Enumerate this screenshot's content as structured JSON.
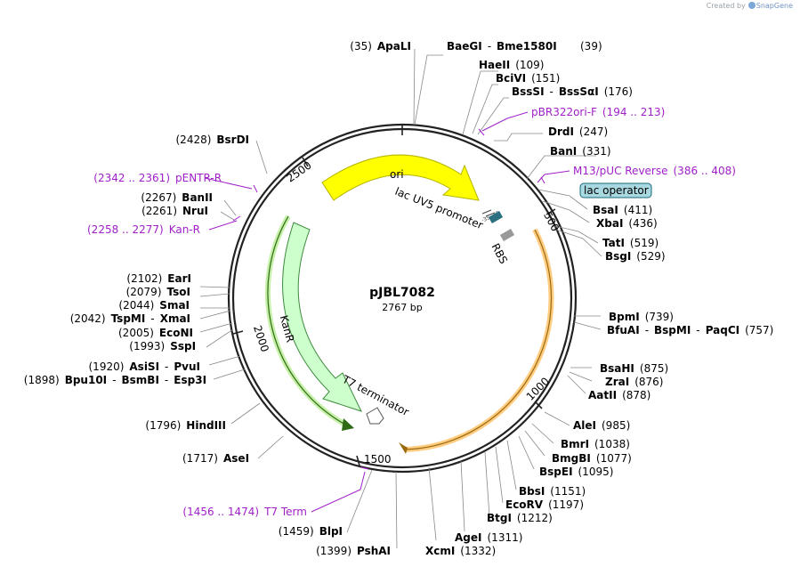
{
  "branding": {
    "created_by": "Created by",
    "product": "SnapGene"
  },
  "plasmid": {
    "name": "pJBL7082",
    "length_label": "2767 bp",
    "length": 2767
  },
  "ticks": [
    {
      "pos": 500,
      "label": "500"
    },
    {
      "pos": 1000,
      "label": "1000"
    },
    {
      "pos": 1500,
      "label": "1500"
    },
    {
      "pos": 2000,
      "label": "2000"
    },
    {
      "pos": 2500,
      "label": "2500"
    }
  ],
  "features": [
    {
      "name": "ori",
      "color": "#ffff00",
      "stroke": "#a0a000"
    },
    {
      "name": "KanR",
      "color": "#ccffcc",
      "stroke": "#2d8a2d"
    },
    {
      "name": "T7 terminator",
      "color": "#ffffff"
    },
    {
      "name": "lac UV5 promoter",
      "color": "#ffffff"
    },
    {
      "name": "RBS",
      "color": "#999999"
    },
    {
      "name": "lac operator",
      "color": "#a8d8e0"
    }
  ],
  "sites_right": [
    {
      "parts": [
        {
          "t": "(39)",
          "k": "num"
        }
      ]
    },
    {
      "parts": [
        {
          "t": "HaeII",
          "k": "enz"
        },
        {
          "t": "(109)",
          "k": "num"
        }
      ]
    },
    {
      "parts": [
        {
          "t": "BciVI",
          "k": "enz"
        },
        {
          "t": "(151)",
          "k": "num"
        }
      ]
    },
    {
      "parts": [
        {
          "t": "BssSI",
          "k": "enz"
        },
        {
          "t": "-",
          "k": "sep"
        },
        {
          "t": "BssSαI",
          "k": "enz"
        },
        {
          "t": "(176)",
          "k": "num"
        }
      ]
    },
    {
      "parts": [
        {
          "t": "pBR322ori-F",
          "k": "primer"
        },
        {
          "t": "(194 .. 213)",
          "k": "primer"
        }
      ]
    },
    {
      "parts": [
        {
          "t": "DrdI",
          "k": "enz"
        },
        {
          "t": "(247)",
          "k": "num"
        }
      ]
    },
    {
      "parts": [
        {
          "t": "BanI",
          "k": "enz"
        },
        {
          "t": "(331)",
          "k": "num"
        }
      ]
    },
    {
      "parts": [
        {
          "t": "M13/pUC Reverse",
          "k": "primer"
        },
        {
          "t": "(386 .. 408)",
          "k": "primer"
        }
      ]
    },
    {
      "parts": [
        {
          "t": "lac operator",
          "k": "box"
        }
      ]
    },
    {
      "parts": [
        {
          "t": "BsaI",
          "k": "enz"
        },
        {
          "t": "(411)",
          "k": "num"
        }
      ]
    },
    {
      "parts": [
        {
          "t": "XbaI",
          "k": "enz"
        },
        {
          "t": "(436)",
          "k": "num"
        }
      ]
    },
    {
      "parts": [
        {
          "t": "TatI",
          "k": "enz"
        },
        {
          "t": "(519)",
          "k": "num"
        }
      ]
    },
    {
      "parts": [
        {
          "t": "BsgI",
          "k": "enz"
        },
        {
          "t": "(529)",
          "k": "num"
        }
      ]
    },
    {
      "parts": [
        {
          "t": "BpmI",
          "k": "enz"
        },
        {
          "t": "(739)",
          "k": "num"
        }
      ]
    },
    {
      "parts": [
        {
          "t": "BfuAI",
          "k": "enz"
        },
        {
          "t": "-",
          "k": "sep"
        },
        {
          "t": "BspMI",
          "k": "enz"
        },
        {
          "t": "-",
          "k": "sep"
        },
        {
          "t": "PaqCI",
          "k": "enz"
        },
        {
          "t": "(757)",
          "k": "num"
        }
      ]
    },
    {
      "parts": [
        {
          "t": "BsaHI",
          "k": "enz"
        },
        {
          "t": "(875)",
          "k": "num"
        }
      ]
    },
    {
      "parts": [
        {
          "t": "ZraI",
          "k": "enz"
        },
        {
          "t": "(876)",
          "k": "num"
        }
      ]
    },
    {
      "parts": [
        {
          "t": "AatII",
          "k": "enz"
        },
        {
          "t": "(878)",
          "k": "num"
        }
      ]
    },
    {
      "parts": [
        {
          "t": "AleI",
          "k": "enz"
        },
        {
          "t": "(985)",
          "k": "num"
        }
      ]
    },
    {
      "parts": [
        {
          "t": "BmrI",
          "k": "enz"
        },
        {
          "t": "(1038)",
          "k": "num"
        }
      ]
    },
    {
      "parts": [
        {
          "t": "BmgBI",
          "k": "enz"
        },
        {
          "t": "(1077)",
          "k": "num"
        }
      ]
    },
    {
      "parts": [
        {
          "t": "BspEI",
          "k": "enz"
        },
        {
          "t": "(1095)",
          "k": "num"
        }
      ]
    },
    {
      "parts": [
        {
          "t": "BbsI",
          "k": "enz"
        },
        {
          "t": "(1151)",
          "k": "num"
        }
      ]
    },
    {
      "parts": [
        {
          "t": "EcoRV",
          "k": "enz"
        },
        {
          "t": "(1197)",
          "k": "num"
        }
      ]
    },
    {
      "parts": [
        {
          "t": "BtgI",
          "k": "enz"
        },
        {
          "t": "(1212)",
          "k": "num"
        }
      ]
    },
    {
      "parts": [
        {
          "t": "AgeI",
          "k": "enz"
        },
        {
          "t": "(1311)",
          "k": "num"
        }
      ]
    },
    {
      "parts": [
        {
          "t": "XcmI",
          "k": "enz"
        },
        {
          "t": "(1332)",
          "k": "num"
        }
      ]
    }
  ],
  "sites_left": [
    {
      "parts": [
        {
          "t": "(35)",
          "k": "num"
        },
        {
          "t": "ApaLI",
          "k": "enz"
        }
      ]
    },
    {
      "parts": [
        {
          "t": "BaeGI",
          "k": "enz"
        },
        {
          "t": "-",
          "k": "sep"
        },
        {
          "t": "Bme1580I",
          "k": "enz"
        }
      ]
    },
    {
      "parts": [
        {
          "t": "(2428)",
          "k": "num"
        },
        {
          "t": "BsrDI",
          "k": "enz"
        }
      ]
    },
    {
      "parts": [
        {
          "t": "(2342 .. 2361)",
          "k": "primer"
        },
        {
          "t": "pENTR-R",
          "k": "primer"
        }
      ]
    },
    {
      "parts": [
        {
          "t": "(2267)",
          "k": "num"
        },
        {
          "t": "BanII",
          "k": "enz"
        }
      ]
    },
    {
      "parts": [
        {
          "t": "(2261)",
          "k": "num"
        },
        {
          "t": "NruI",
          "k": "enz"
        }
      ]
    },
    {
      "parts": [
        {
          "t": "(2258 .. 2277)",
          "k": "primer"
        },
        {
          "t": "Kan-R",
          "k": "primer"
        }
      ]
    },
    {
      "parts": [
        {
          "t": "(2102)",
          "k": "num"
        },
        {
          "t": "EarI",
          "k": "enz"
        }
      ]
    },
    {
      "parts": [
        {
          "t": "(2079)",
          "k": "num"
        },
        {
          "t": "TsoI",
          "k": "enz"
        }
      ]
    },
    {
      "parts": [
        {
          "t": "(2044)",
          "k": "num"
        },
        {
          "t": "SmaI",
          "k": "enz"
        }
      ]
    },
    {
      "parts": [
        {
          "t": "(2042)",
          "k": "num"
        },
        {
          "t": "TspMI",
          "k": "enz"
        },
        {
          "t": "-",
          "k": "sep"
        },
        {
          "t": "XmaI",
          "k": "enz"
        }
      ]
    },
    {
      "parts": [
        {
          "t": "(2005)",
          "k": "num"
        },
        {
          "t": "EcoNI",
          "k": "enz"
        }
      ]
    },
    {
      "parts": [
        {
          "t": "(1993)",
          "k": "num"
        },
        {
          "t": "SspI",
          "k": "enz"
        }
      ]
    },
    {
      "parts": [
        {
          "t": "(1920)",
          "k": "num"
        },
        {
          "t": "AsiSI",
          "k": "enz"
        },
        {
          "t": "-",
          "k": "sep"
        },
        {
          "t": "PvuI",
          "k": "enz"
        }
      ]
    },
    {
      "parts": [
        {
          "t": "(1898)",
          "k": "num"
        },
        {
          "t": "Bpu10I",
          "k": "enz"
        },
        {
          "t": "-",
          "k": "sep"
        },
        {
          "t": "BsmBI",
          "k": "enz"
        },
        {
          "t": "-",
          "k": "sep"
        },
        {
          "t": "Esp3I",
          "k": "enz"
        }
      ]
    },
    {
      "parts": [
        {
          "t": "(1796)",
          "k": "num"
        },
        {
          "t": "HindIII",
          "k": "enz"
        }
      ]
    },
    {
      "parts": [
        {
          "t": "(1717)",
          "k": "num"
        },
        {
          "t": "AseI",
          "k": "enz"
        }
      ]
    },
    {
      "parts": [
        {
          "t": "(1456 .. 1474)",
          "k": "primer"
        },
        {
          "t": "T7 Term",
          "k": "primer"
        }
      ]
    },
    {
      "parts": [
        {
          "t": "(1459)",
          "k": "num"
        },
        {
          "t": "BlpI",
          "k": "enz"
        }
      ]
    },
    {
      "parts": [
        {
          "t": "(1399)",
          "k": "num"
        },
        {
          "t": "PshAI",
          "k": "enz"
        }
      ]
    }
  ]
}
